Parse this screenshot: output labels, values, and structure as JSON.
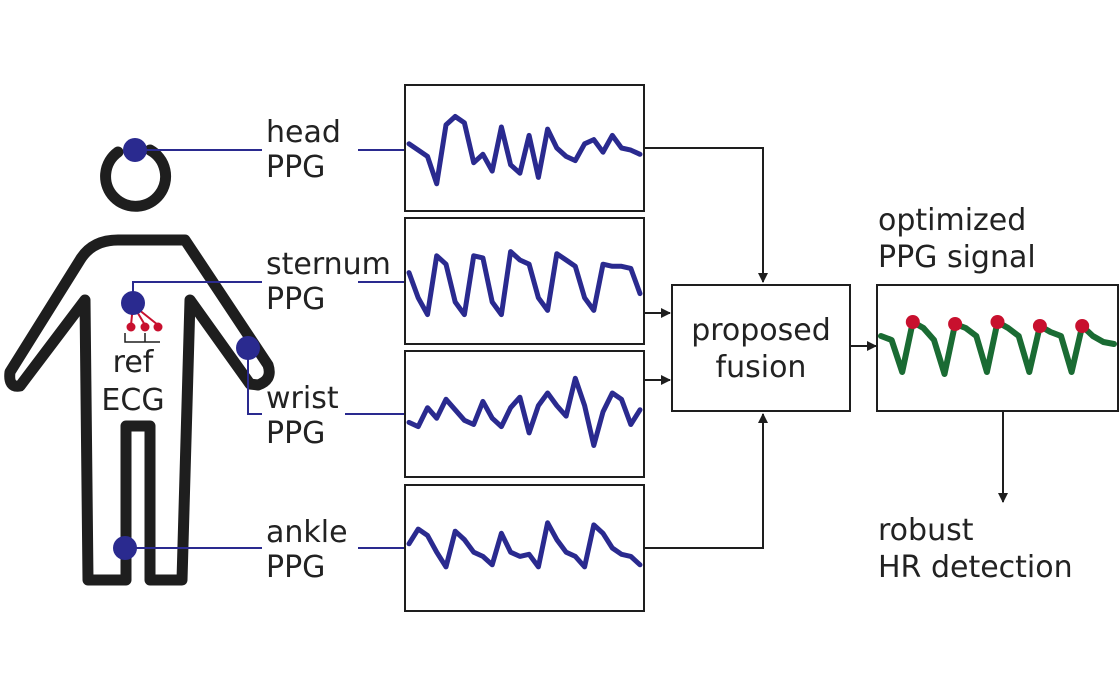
{
  "colors": {
    "sensor": "#2a2a8f",
    "ppg_wave": "#2a2a8f",
    "fused_wave": "#1a6b33",
    "peak": "#c8102e",
    "outline": "#1e1e1e"
  },
  "sensors": [
    {
      "name": "head",
      "label_line1": "head",
      "label_line2": "PPG",
      "waveform": [
        0.1,
        -0.05,
        -0.2,
        -0.85,
        0.55,
        0.75,
        0.6,
        -0.35,
        -0.15,
        -0.55,
        0.5,
        -0.4,
        -0.6,
        0.3,
        -0.7,
        0.45,
        0.0,
        -0.2,
        -0.3,
        0.1,
        0.2,
        -0.1,
        0.3,
        0.0,
        -0.05,
        -0.15
      ]
    },
    {
      "name": "sternum",
      "label_line1": "sternum",
      "label_line2": "PPG",
      "waveform": [
        0.2,
        -0.4,
        -0.8,
        0.6,
        0.4,
        -0.5,
        -0.8,
        0.6,
        0.55,
        -0.5,
        -0.8,
        0.7,
        0.5,
        0.4,
        -0.4,
        -0.7,
        0.65,
        0.5,
        0.35,
        -0.4,
        -0.7,
        0.4,
        0.35,
        0.35,
        0.3,
        -0.3
      ]
    },
    {
      "name": "wrist",
      "label_line1": "wrist",
      "label_line2": "PPG",
      "waveform": [
        -0.2,
        -0.3,
        0.15,
        -0.1,
        0.35,
        0.1,
        -0.15,
        -0.25,
        0.3,
        -0.1,
        -0.3,
        0.15,
        0.4,
        -0.45,
        0.2,
        0.5,
        0.2,
        -0.05,
        0.85,
        0.2,
        -0.75,
        0.05,
        0.5,
        0.35,
        -0.25,
        0.1
      ]
    },
    {
      "name": "ankle",
      "label_line1": "ankle",
      "label_line2": "PPG",
      "waveform": [
        0.1,
        0.45,
        0.3,
        -0.1,
        -0.45,
        0.4,
        0.2,
        -0.1,
        -0.2,
        -0.4,
        0.35,
        -0.1,
        -0.2,
        -0.15,
        -0.45,
        0.6,
        0.2,
        -0.1,
        -0.2,
        -0.45,
        0.55,
        0.35,
        0.0,
        -0.15,
        -0.2,
        -0.4
      ]
    }
  ],
  "reference": {
    "label_line1": "ref",
    "label_line2": "ECG"
  },
  "fusion": {
    "label_line1": "proposed",
    "label_line2": "fusion"
  },
  "output": {
    "title_line1": "optimized",
    "title_line2": "PPG signal",
    "waveform": [
      0.3,
      0.2,
      -0.6,
      0.65,
      0.5,
      0.2,
      -0.65,
      0.6,
      0.5,
      0.3,
      -0.6,
      0.65,
      0.5,
      0.3,
      -0.6,
      0.55,
      0.4,
      0.3,
      -0.6,
      0.55,
      0.3,
      0.15,
      0.1
    ],
    "peaks": [
      3,
      7,
      11,
      15,
      19
    ]
  },
  "result": {
    "label_line1": "robust",
    "label_line2": "HR detection"
  }
}
